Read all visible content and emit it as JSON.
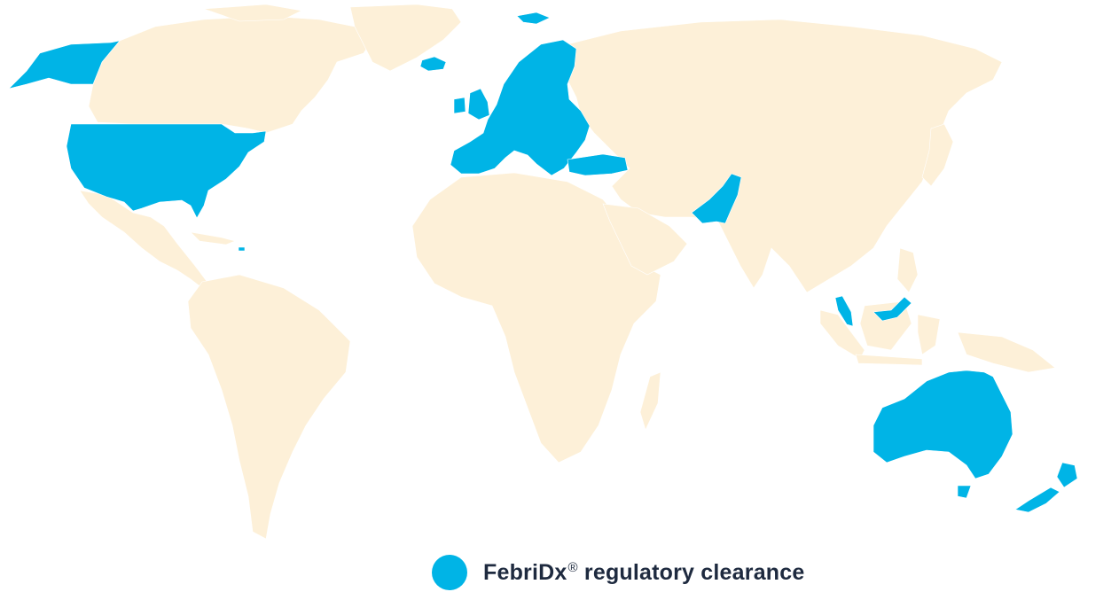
{
  "colors": {
    "land": "#fdf0d8",
    "cleared": "#00b4e6",
    "text": "#1e2a3f"
  },
  "legend": {
    "brand": "FebriDx",
    "registered_mark": "®",
    "label": "regulatory clearance"
  },
  "regions_with_clearance": [
    "Alaska",
    "United States",
    "Puerto Rico",
    "Iceland",
    "Europe",
    "Turkey",
    "Pakistan",
    "Malaysia",
    "Australia",
    "Tasmania",
    "New Zealand"
  ]
}
